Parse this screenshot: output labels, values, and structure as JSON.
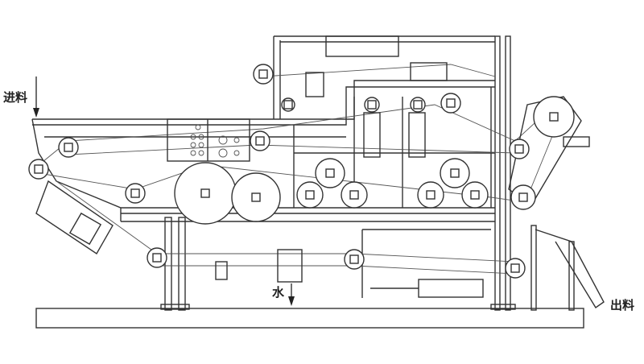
{
  "labels": {
    "feed_inlet": "进料",
    "water_outlet": "水",
    "discharge_outlet": "出料"
  },
  "colors": {
    "line": "#333333",
    "background": "#ffffff"
  }
}
